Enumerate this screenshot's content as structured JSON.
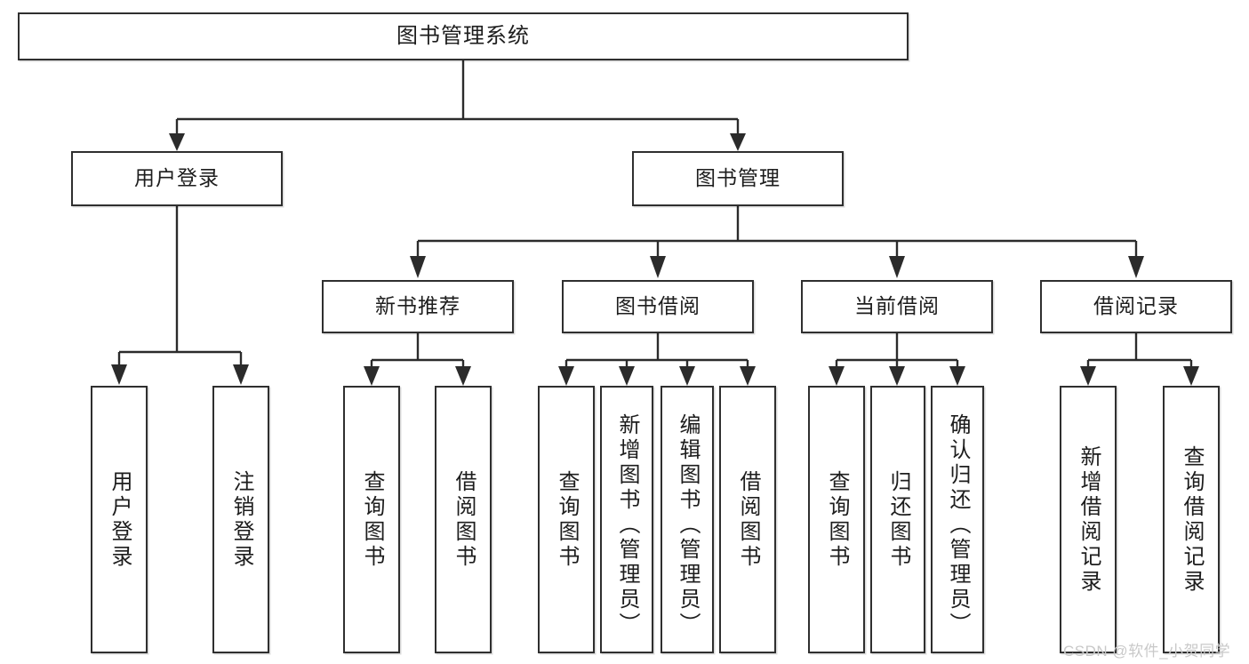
{
  "diagram": {
    "title": "图书管理系统",
    "type": "tree-hierarchy-chart",
    "watermark": "CSDN @软件_小贺同学",
    "colors": {
      "box_border": "#2f2f2f",
      "connector": "#2b2b2b",
      "text": "#1d1d1d",
      "background": "#ffffff",
      "watermark": "#c9c9c9"
    }
  },
  "nodes": {
    "root": {
      "label": "图书管理系统"
    },
    "level2": [
      {
        "id": "user-login",
        "label": "用户登录"
      },
      {
        "id": "book-management",
        "label": "图书管理"
      }
    ],
    "level3": [
      {
        "id": "new-book-recommend",
        "label": "新书推荐"
      },
      {
        "id": "book-borrow",
        "label": "图书借阅"
      },
      {
        "id": "current-borrow",
        "label": "当前借阅"
      },
      {
        "id": "borrow-record",
        "label": "借阅记录"
      }
    ],
    "leaves": {
      "user-login": [
        {
          "id": "leaf-user-login",
          "label": "用户登录"
        },
        {
          "id": "leaf-user-logout",
          "label": "注销登录"
        }
      ],
      "new-book-recommend": [
        {
          "id": "leaf-query-book-1",
          "label": "查询图书"
        },
        {
          "id": "leaf-borrow-book-1",
          "label": "借阅图书"
        }
      ],
      "book-borrow": [
        {
          "id": "leaf-query-book-2",
          "label": "查询图书"
        },
        {
          "id": "leaf-add-book",
          "label": "新增图书（管理员）"
        },
        {
          "id": "leaf-edit-book",
          "label": "编辑图书（管理员）"
        },
        {
          "id": "leaf-borrow-book-2",
          "label": "借阅图书"
        }
      ],
      "current-borrow": [
        {
          "id": "leaf-query-book-3",
          "label": "查询图书"
        },
        {
          "id": "leaf-return-book",
          "label": "归还图书"
        },
        {
          "id": "leaf-confirm-return",
          "label": "确认归还（管理员）"
        }
      ],
      "borrow-record": [
        {
          "id": "leaf-add-record",
          "label": "新增借阅记录"
        },
        {
          "id": "leaf-query-record",
          "label": "查询借阅记录"
        }
      ]
    }
  }
}
